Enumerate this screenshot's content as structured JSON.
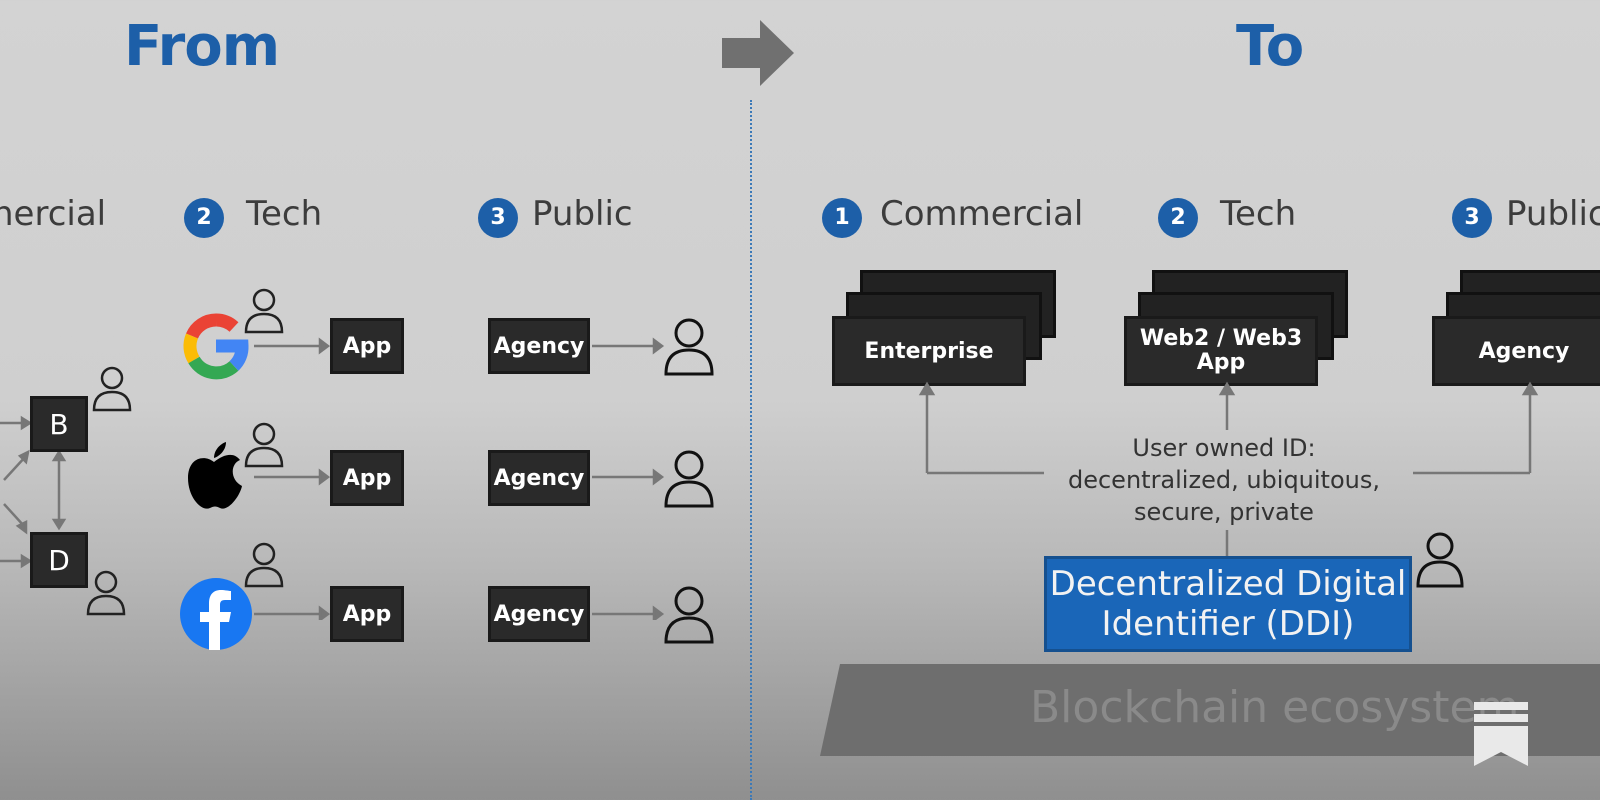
{
  "header": {
    "from_title": "From",
    "to_title": "To"
  },
  "from": {
    "sections": [
      {
        "num": "2",
        "label": "Tech"
      },
      {
        "num": "3",
        "label": "Public"
      }
    ],
    "commercial_partial": "nercial",
    "nodes": [
      "B",
      "D"
    ],
    "tech_rows": [
      {
        "logo": "google-logo",
        "box": "App"
      },
      {
        "logo": "apple-logo",
        "box": "App"
      },
      {
        "logo": "facebook-logo",
        "box": "App"
      }
    ],
    "public_rows": [
      "Agency",
      "Agency",
      "Agency"
    ]
  },
  "to": {
    "sections": [
      {
        "num": "1",
        "label": "Commercial"
      },
      {
        "num": "2",
        "label": "Tech"
      },
      {
        "num": "3",
        "label": "Public"
      }
    ],
    "boxes": [
      "Enterprise",
      "Web2 / Web3",
      "App",
      "Agency"
    ],
    "note_lines": [
      "User owned ID:",
      "decentralized, ubiquitous,",
      "secure, private"
    ],
    "ddi_lines": [
      "Decentralized Digital",
      "Identifier (DDI)"
    ],
    "blockchain": "Blockchain ecosystem"
  },
  "colors": {
    "accent": "#1d5fa8",
    "box": "#2a2a2a",
    "ddi": "#1a66b8"
  },
  "icons": [
    "arrow-right-icon",
    "user-icon",
    "substack-icon"
  ]
}
